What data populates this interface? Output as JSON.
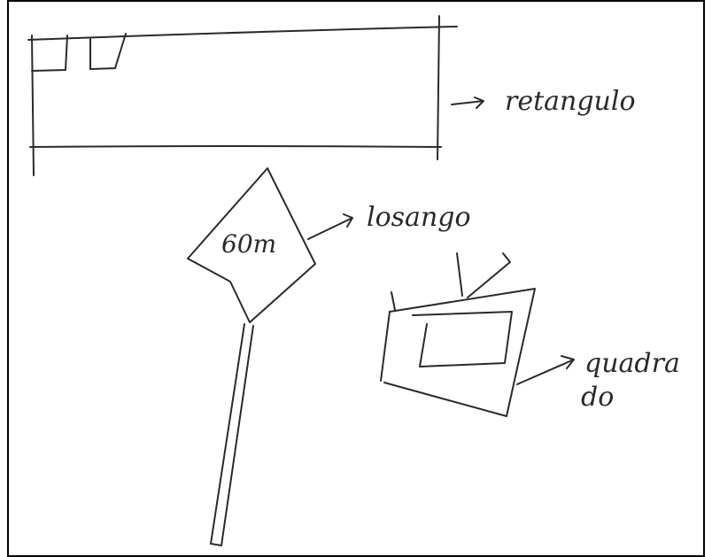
{
  "labels": {
    "rectangle": "retangulo",
    "rhombus": "losango",
    "rhombus_measure": "60m",
    "square_line1": "quadra",
    "square_line2": "do"
  }
}
